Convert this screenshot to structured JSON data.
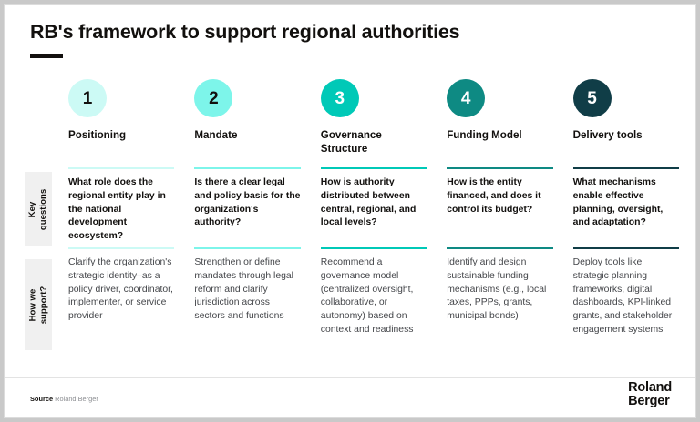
{
  "slide": {
    "title": "RB's framework to support regional authorities",
    "accent_bar_color": "#12100E"
  },
  "row_labels": {
    "key_questions": "Key\nquestions",
    "key_questions_line1": "Key",
    "key_questions_line2": "questions",
    "how_we_support": "How we\nsupport?",
    "how_we_support_line1": "How we",
    "how_we_support_line2": "support?"
  },
  "columns": [
    {
      "number": "1",
      "title": "Positioning",
      "color": "#CCFAF5",
      "number_color": "#12100E",
      "key_question": "What role does the regional entity play in the national development ecosystem?",
      "how_we_support": "Clarify the organization's strategic identity–as a policy driver, coordinator, implementer, or service provider"
    },
    {
      "number": "2",
      "title": "Mandate",
      "color": "#7DF5EA",
      "number_color": "#12100E",
      "key_question": "Is there a clear legal and policy basis for the organization's authority?",
      "how_we_support": "Strengthen or define mandates through legal reform and clarify jurisdiction across sectors and functions"
    },
    {
      "number": "3",
      "title": "Governance Structure",
      "color": "#00C9B7",
      "number_color": "#FFFFFF",
      "key_question": "How is authority distributed between central, regional, and local levels?",
      "how_we_support": "Recommend a governance model (centralized oversight, collaborative, or autonomy) based on context and readiness"
    },
    {
      "number": "4",
      "title": "Funding Model",
      "color": "#0E8A83",
      "number_color": "#FFFFFF",
      "key_question": "How is the entity financed, and does it control its budget?",
      "how_we_support": "Identify and design sustainable funding mechanisms (e.g., local taxes, PPPs, grants, municipal bonds)"
    },
    {
      "number": "5",
      "title": "Delivery tools",
      "color": "#103D47",
      "number_color": "#FFFFFF",
      "key_question": "What mechanisms enable effective planning, oversight, and adaptation?",
      "how_we_support": "Deploy tools like strategic planning frameworks, digital dashboards, KPI-linked grants, and stakeholder engagement systems"
    }
  ],
  "footer": {
    "source_label": "Source",
    "source_value": "Roland Berger",
    "logo_line1": "Roland",
    "logo_line2": "Berger"
  }
}
